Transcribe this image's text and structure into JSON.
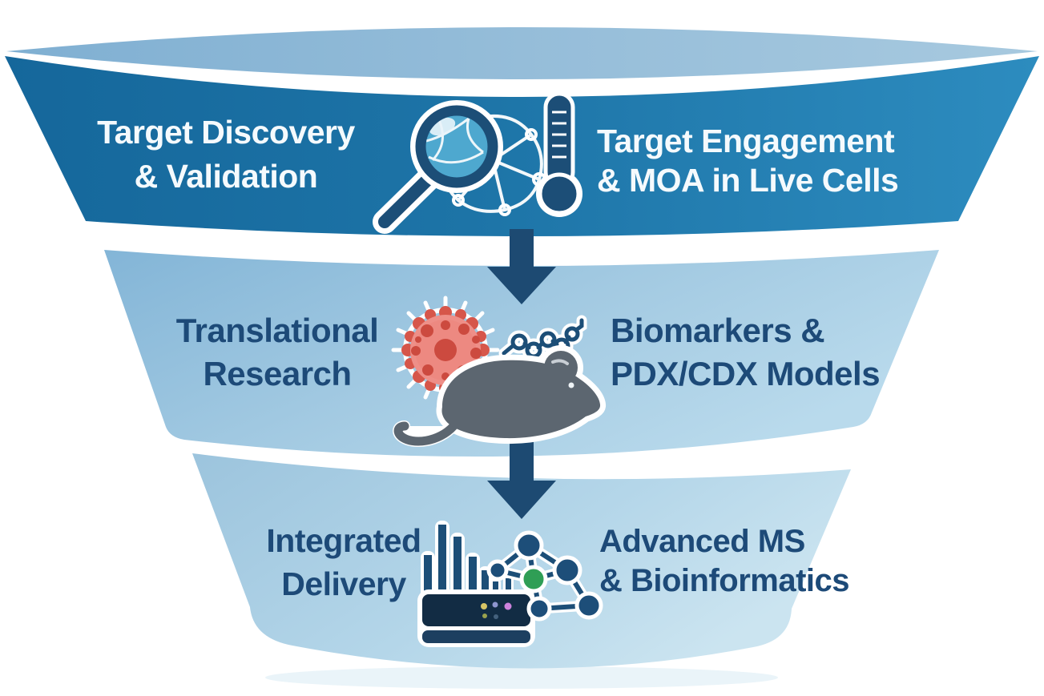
{
  "funnel": {
    "background": "#ffffff",
    "tiers": [
      {
        "id": "target-discovery-validation",
        "left_lines": [
          "Target Discovery",
          "& Validation"
        ],
        "right_lines": [
          "Target Engagement",
          "& MOA in Live Cells"
        ],
        "icons": [
          "magnifier-molecule-icon",
          "thermometer-icon"
        ],
        "band_color_left": "#15679b",
        "band_color_right": "#2d8cbf",
        "mouth_color": "#93bcd9",
        "text_color": "#ffffff"
      },
      {
        "id": "translational-research",
        "left_lines": [
          "Translational",
          "Research"
        ],
        "right_lines": [
          "Biomarkers &",
          "PDX/CDX Models"
        ],
        "icons": [
          "cancer-cell-icon",
          "molecule-chain-icon",
          "mouse-icon"
        ],
        "band_color_left": "#83b5d7",
        "band_color_right": "#b9daec",
        "text_color": "#1d4a78"
      },
      {
        "id": "integrated-delivery",
        "left_lines": [
          "Integrated",
          "Delivery"
        ],
        "right_lines": [
          "Advanced MS",
          "& Bioinformatics"
        ],
        "icons": [
          "ms-instrument-icon",
          "network-icon"
        ],
        "band_color_left": "#9cc4dd",
        "band_color_right": "#cbe4f0",
        "text_color": "#1d4a78"
      }
    ],
    "arrow_color": "#1d4a72",
    "icon_colors": {
      "navy": "#1c4e77",
      "lens_blue": "#4ea8cf",
      "cell_body": "#ee8f88",
      "cell_spots": "#cc4a3f",
      "cell_rim": "#d6564a",
      "mouse_gray": "#5c6670",
      "node_green": "#2f9e55",
      "instrument_dark": "#122c44",
      "dot_yellow": "#d8c566",
      "dot_blue": "#8e96cf",
      "dot_purple": "#cd82dd"
    }
  }
}
